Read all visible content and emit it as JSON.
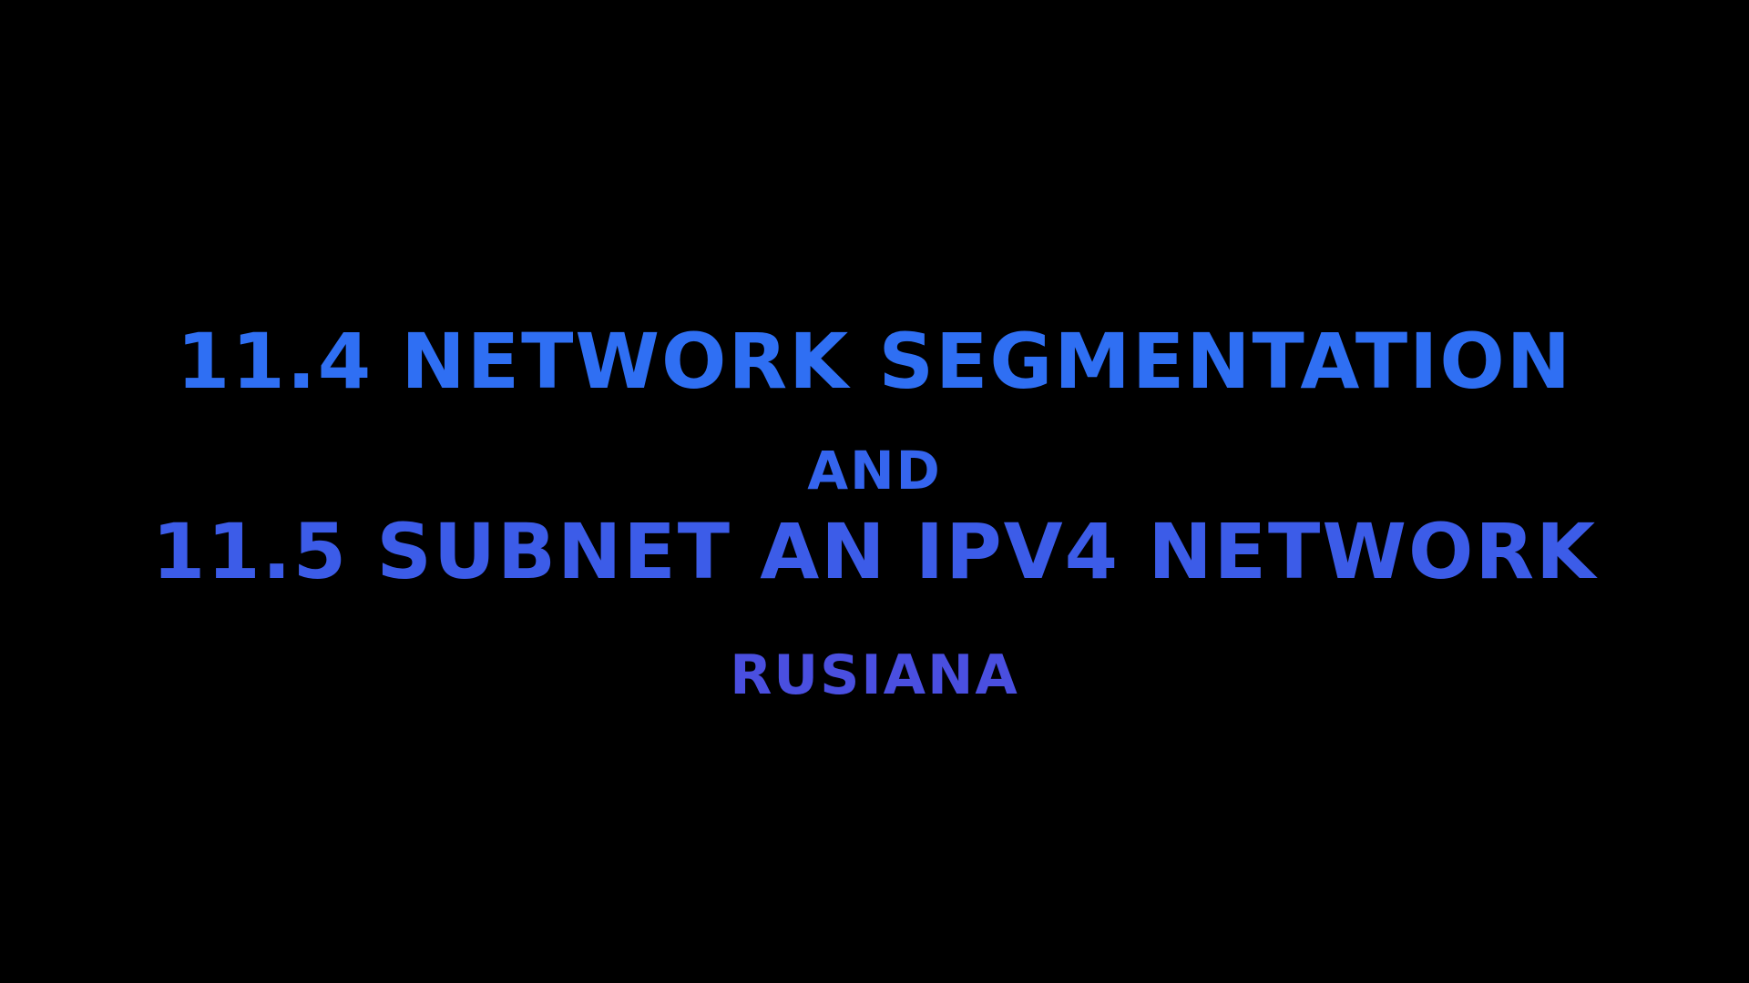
{
  "slide": {
    "title_line_1": "11.4 NETWORK SEGMENTATION",
    "connector": "AND",
    "title_line_2": "11.5 SUBNET AN IPV4 NETWORK",
    "author": "RUSIANA"
  },
  "colors": {
    "background": "#000000",
    "title_line_1": "#2f6ff3",
    "connector": "#3565ee",
    "title_line_2": "#3c5ce8",
    "author": "#4a4fe0"
  }
}
